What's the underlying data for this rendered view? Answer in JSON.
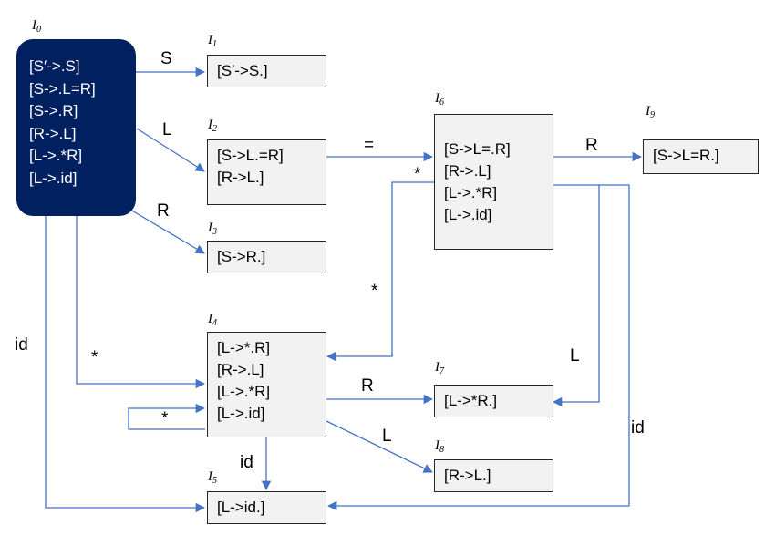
{
  "states": {
    "I0": {
      "name": "I",
      "sub": "0",
      "items": [
        "[S′->.S]",
        "[S->.L=R]",
        "[S->.R]",
        "[R->.L]",
        "[L->.*R]",
        "[L->.id]"
      ]
    },
    "I1": {
      "name": "I",
      "sub": "1",
      "items": [
        "[S′->S.]"
      ]
    },
    "I2": {
      "name": "I",
      "sub": "2",
      "items": [
        "[S->L.=R]",
        "[R->L.]"
      ]
    },
    "I3": {
      "name": "I",
      "sub": "3",
      "items": [
        "[S->R.]"
      ]
    },
    "I4": {
      "name": "I",
      "sub": "4",
      "items": [
        "[L->*.R]",
        "[R->.L]",
        "[L->.*R]",
        "[L->.id]"
      ]
    },
    "I5": {
      "name": "I",
      "sub": "5",
      "items": [
        "[L->id.]"
      ]
    },
    "I6": {
      "name": "I",
      "sub": "6",
      "items": [
        "[S->L=.R]",
        "[R->.L]",
        "[L->.*R]",
        "[L->.id]"
      ]
    },
    "I7": {
      "name": "I",
      "sub": "7",
      "items": [
        "[L->*R.]"
      ]
    },
    "I8": {
      "name": "I",
      "sub": "8",
      "items": [
        "[R->L.]"
      ]
    },
    "I9": {
      "name": "I",
      "sub": "9",
      "items": [
        "[S->L=R.]"
      ]
    }
  },
  "transitions": {
    "I0_I1": "S",
    "I0_I2": "L",
    "I0_I3": "R",
    "I0_I4": "*",
    "I0_I5": "id",
    "I2_I6": "=",
    "I6_I9": "R",
    "I6_I4_top": "*",
    "I6_I4_side": "*",
    "I4_I4": "*",
    "I4_I5": "id",
    "I4_I7": "R",
    "I4_I8": "L",
    "I6_I7": "L",
    "I6_I5": "id"
  },
  "colors": {
    "arrow": "#4472c4",
    "start_fill": "#002060",
    "box_fill": "#f2f2f2"
  }
}
